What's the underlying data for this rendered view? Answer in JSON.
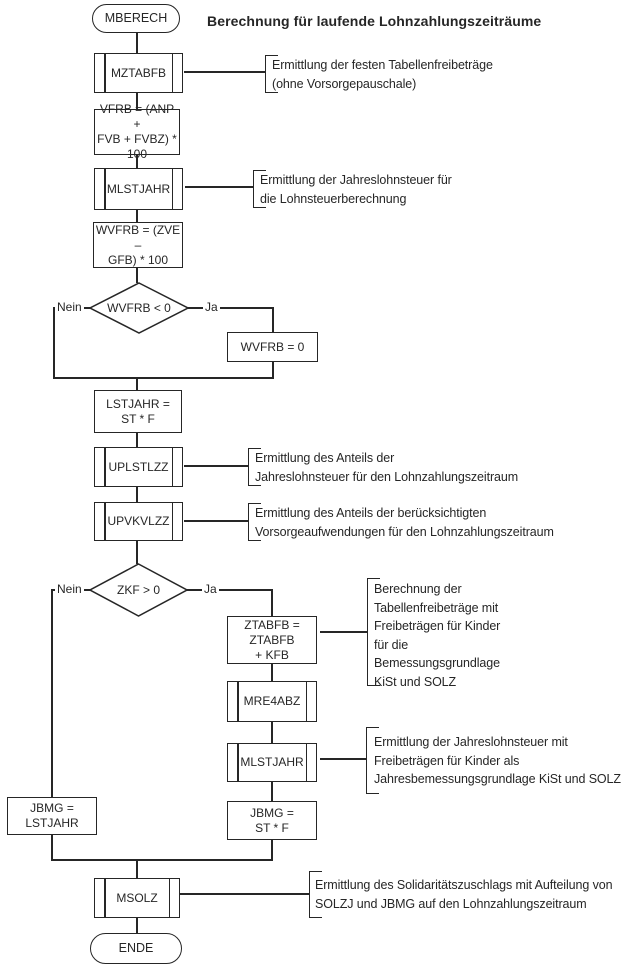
{
  "title": "Berechnung für laufende Lohnzahlungszeiträume",
  "colors": {
    "line": "#262626",
    "background": "#ffffff"
  },
  "nodes": {
    "mberech": "MBERECH",
    "mztabfb": "MZTABFB",
    "vfrb": "VFRB = (ANP +\nFVB + FVBZ) *\n100",
    "mlstjahr1": "MLSTJAHR",
    "wvfrb_calc": "WVFRB = (ZVE –\nGFB) * 100",
    "wvfrb_zero": "WVFRB = 0",
    "lstjahr": "LSTJAHR =\nST * F",
    "uplstlzz": "UPLSTLZZ",
    "upvkvlzz": "UPVKVLZZ",
    "ztabfb": "ZTABFB =\nZTABFB\n+ KFB",
    "mre4abz": "MRE4ABZ",
    "mlstjahr2": "MLSTJAHR",
    "jbmg_st": "JBMG =\nST * F",
    "jbmg_lstjahr": "JBMG =\nLSTJAHR",
    "msolz": "MSOLZ",
    "ende": "ENDE"
  },
  "decisions": {
    "wvfrb": {
      "condition": "WVFRB < 0",
      "no_label": "Nein",
      "yes_label": "Ja"
    },
    "zkf": {
      "condition": "ZKF > 0",
      "no_label": "Nein",
      "yes_label": "Ja"
    }
  },
  "annotations": {
    "mztabfb": "Ermittlung der festen Tabellenfreibeträge\n(ohne Vorsorgepauschale)",
    "mlstjahr1": "Ermittlung der Jahreslohnsteuer für\ndie Lohnsteuerberechnung",
    "uplstlzz": "Ermittlung des Anteils der\nJahreslohnsteuer für den Lohnzahlungszeitraum",
    "upvkvlzz": "Ermittlung des Anteils der berücksichtigten\nVorsorgeaufwendungen für den Lohnzahlungszeitraum",
    "ztabfb": "Berechnung der\nTabellenfreibeträge mit\nFreibeträgen für Kinder\nfür die\nBemessungsgrundlage\nKiSt und SOLZ",
    "mlstjahr2": "Ermittlung der Jahreslohnsteuer mit\nFreibeträgen für Kinder als\nJahresbemessungsgrundlage KiSt und SOLZ",
    "msolz": "Ermittlung des Solidaritätszuschlags mit Aufteilung von\nSOLZJ und JBMG auf den Lohnzahlungszeitraum"
  }
}
